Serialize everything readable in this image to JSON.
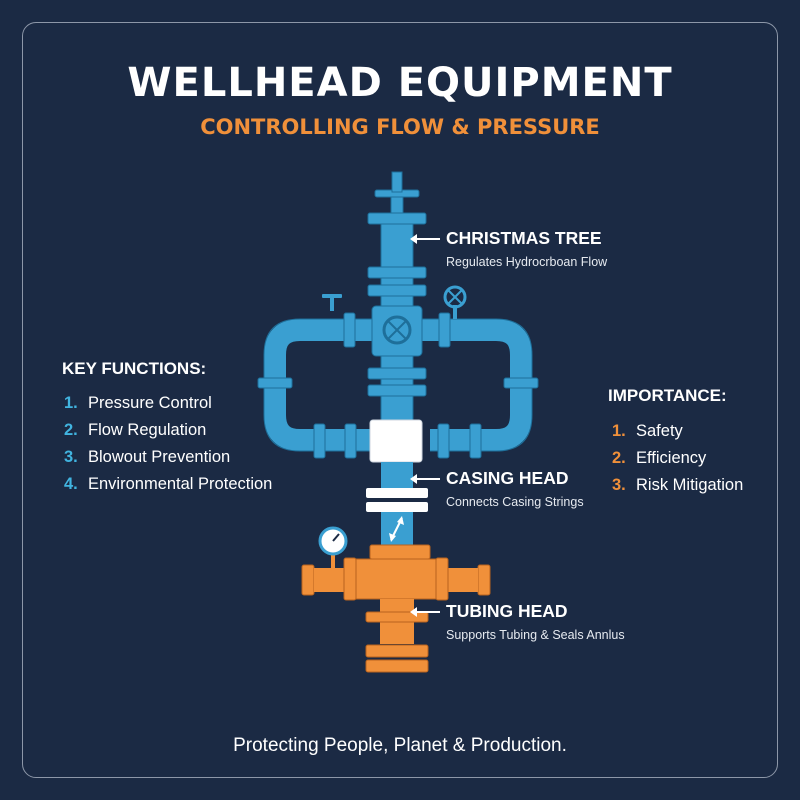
{
  "title": "WELLHEAD EQUIPMENT",
  "subtitle": "CONTROLLING FLOW & PRESSURE",
  "key_functions": {
    "heading": "KEY FUNCTIONS:",
    "items": [
      {
        "num": "1.",
        "label": "Pressure Control"
      },
      {
        "num": "2.",
        "label": "Flow Regulation"
      },
      {
        "num": "3.",
        "label": "Blowout Prevention"
      },
      {
        "num": "4.",
        "label": "Environmental Protection"
      }
    ]
  },
  "importance": {
    "heading": "IMPORTANCE:",
    "items": [
      {
        "num": "1.",
        "label": "Safety"
      },
      {
        "num": "2.",
        "label": "Efficiency"
      },
      {
        "num": "3.",
        "label": "Risk Mitigation"
      }
    ]
  },
  "callouts": {
    "christmas_tree": {
      "label": "CHRISTMAS TREE",
      "desc": "Regulates Hydrocrboan Flow"
    },
    "casing_head": {
      "label": "CASING HEAD",
      "desc": "Connects Casing Strings"
    },
    "tubing_head": {
      "label": "TUBING HEAD",
      "desc": "Supports Tubing & Seals Annlus"
    }
  },
  "footer": "Protecting People, Planet & Production.",
  "colors": {
    "background": "#1b2a44",
    "accent_orange": "#f0903a",
    "accent_blue": "#41b4e0",
    "pipe_blue": "#3a9fd1",
    "tubing_orange": "#f0903a"
  },
  "icons": [
    "handwheel-icon",
    "valve-icon",
    "pressure-gauge-icon",
    "arrow-left-icon"
  ]
}
